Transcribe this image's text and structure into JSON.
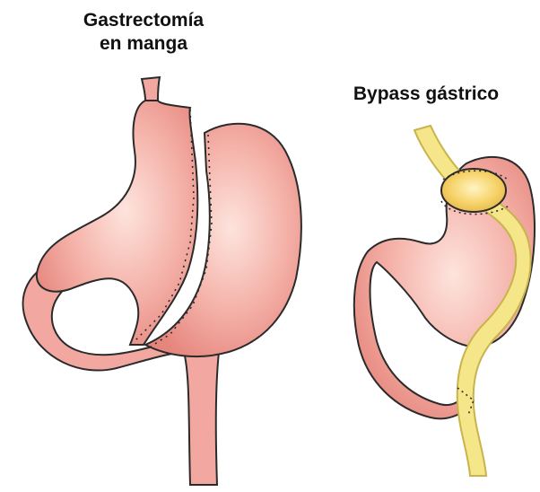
{
  "labels": {
    "left_line1": "Gastrectomía",
    "left_line2": "en manga",
    "right": "Bypass gástrico"
  },
  "colors": {
    "stomach_fill": "#f2a8a0",
    "stomach_dark": "#de7f78",
    "highlight": "#fde4dd",
    "outline": "#2b2b2b",
    "intestine_yellow": "#f5e68a",
    "pouch_yellow": "#f6d36a"
  }
}
